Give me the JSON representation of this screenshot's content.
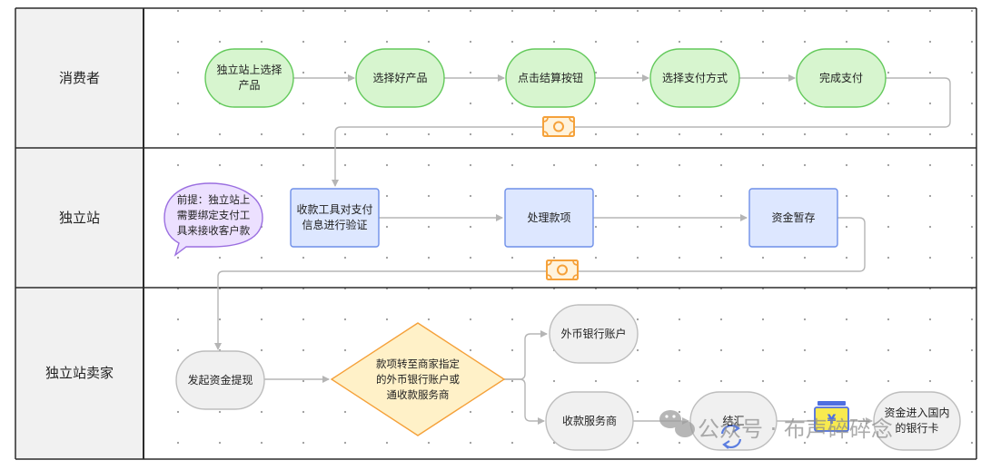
{
  "lanes": [
    {
      "label": "消费者"
    },
    {
      "label": "独立站"
    },
    {
      "label": "独立站卖家"
    }
  ],
  "consumer_steps": [
    "独立站上选择\n产品",
    "选择好产品",
    "点击结算按钮",
    "选择支付方式",
    "完成支付"
  ],
  "site_steps": [
    "收款工具对支付\n信息进行验证",
    "处理款项",
    "资金暂存"
  ],
  "site_note": "前提：独立站上\n需要绑定支付工\n具来接收客户款",
  "seller": {
    "start": "发起资金提现",
    "decision": "款项转至商家指定\n的外币银行账户或\n通收款服务商",
    "branch_bank": "外币银行账户",
    "branch_service": "收款服务商",
    "settle": "结汇",
    "final": "资金进入国内\n的银行卡"
  },
  "icons": {
    "payment_icon": "banknote-icon",
    "settle_icon": "exchange-icon",
    "yuan_icon": "yuan-card-icon"
  },
  "watermark": "公众号 · 布声碎碎念",
  "colors": {
    "green_fill": "#d7f5cf",
    "green_stroke": "#63c95b",
    "blue_fill": "#dde7ff",
    "blue_stroke": "#6e8fe8",
    "purple_fill": "#ece0ff",
    "purple_stroke": "#9b6fe0",
    "gray_fill": "#f0f0f0",
    "gray_stroke": "#bdbdbd",
    "orange_fill": "#fff1c8",
    "orange_stroke": "#f5a13a",
    "lane_fill": "#f1f1f1"
  }
}
